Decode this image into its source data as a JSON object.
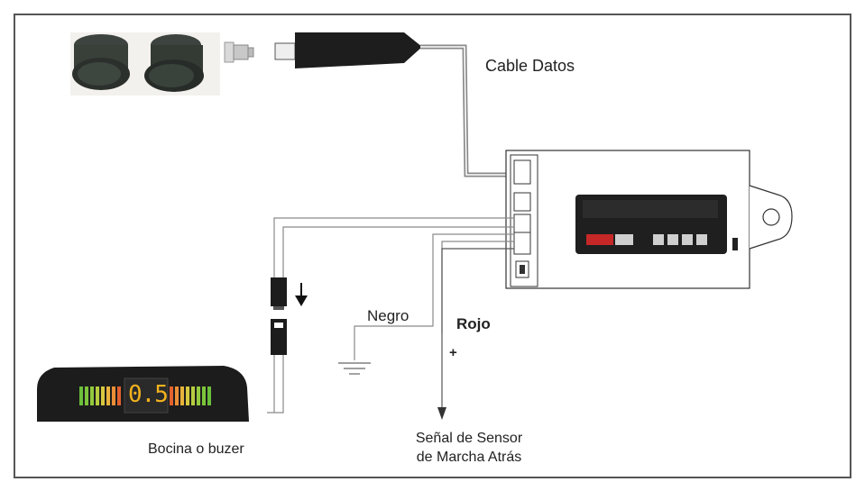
{
  "labels": {
    "cable_datos": "Cable Datos",
    "negro": "Negro",
    "rojo": "Rojo",
    "plus": "+",
    "bocina": "Bocina o buzer",
    "senal_line1": "Señal de Sensor",
    "senal_line2": "de Marcha Atrás"
  },
  "display": {
    "reading": "0.5"
  },
  "colors": {
    "frame": "#555555",
    "wire": "#8a8a8a",
    "sensor_body": "#2e3430",
    "control_box": "#2a2a2a",
    "display_bg": "#1c1c1c"
  }
}
